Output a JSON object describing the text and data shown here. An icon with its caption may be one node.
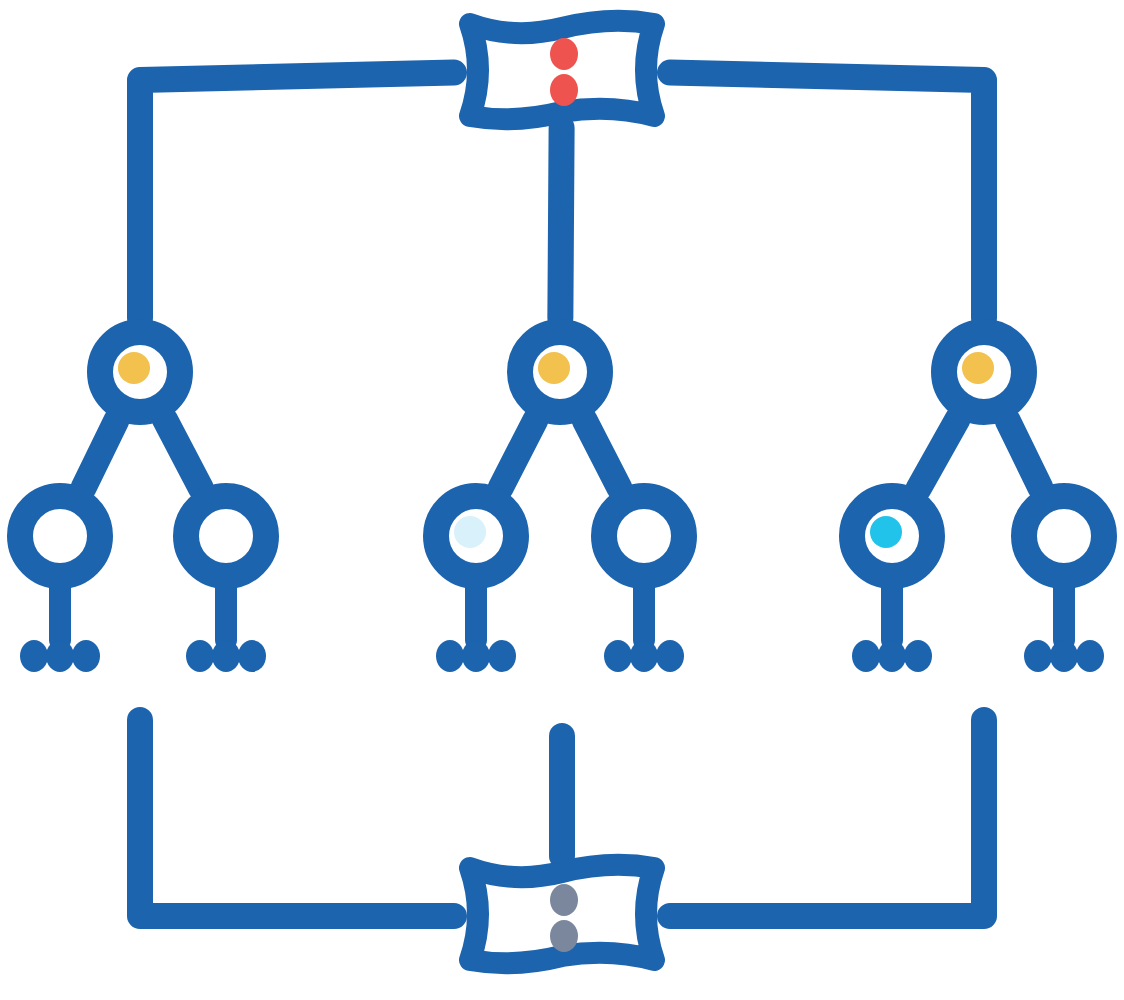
{
  "diagram": {
    "nodes": [
      {
        "text": [],
        "shape": "box"
      },
      {
        "text": [],
        "shape": "circle"
      },
      {
        "text": [],
        "shape": "circle"
      },
      {
        "text": [],
        "shape": "circle"
      },
      {
        "text": [],
        "shape": "circle"
      },
      {
        "text": [],
        "shape": "circle"
      },
      {
        "text": [],
        "shape": "circle"
      },
      {
        "text": [],
        "shape": "circle"
      },
      {
        "text": [],
        "shape": "circle"
      },
      {
        "text": [],
        "shape": "circle"
      },
      {
        "text": [],
        "shape": "box"
      }
    ],
    "edges": [
      {
        "from": 0,
        "to": 1,
        "arrow": "none"
      },
      {
        "from": 0,
        "to": 2,
        "arrow": "none"
      },
      {
        "from": 0,
        "to": 3,
        "arrow": "none"
      },
      {
        "from": 1,
        "to": 4,
        "arrow": "none"
      },
      {
        "from": 1,
        "to": 5,
        "arrow": "none"
      },
      {
        "from": 2,
        "to": 6,
        "arrow": "none"
      },
      {
        "from": 2,
        "to": 7,
        "arrow": "none"
      },
      {
        "from": 3,
        "to": 8,
        "arrow": "none"
      },
      {
        "from": 3,
        "to": 9,
        "arrow": "none"
      },
      {
        "from": 10,
        "to": null,
        "arrow": "none"
      },
      {
        "from": 10,
        "to": null,
        "arrow": "none"
      },
      {
        "from": 10,
        "to": null,
        "arrow": "none"
      }
    ]
  }
}
